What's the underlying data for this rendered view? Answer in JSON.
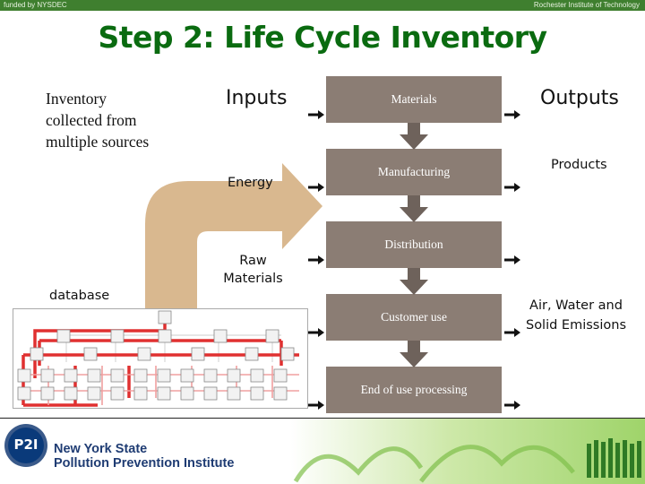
{
  "header": {
    "left_text": "funded by NYSDEC",
    "right_text": "Rochester Institute of Technology"
  },
  "title": "Step 2: Life Cycle Inventory",
  "inventory_note": {
    "line1": "Inventory",
    "line2": "collected from",
    "line3": "multiple sources"
  },
  "inputs": {
    "heading": "Inputs",
    "energy": "Energy",
    "raw_line1": "Raw",
    "raw_line2": "Materials"
  },
  "stages": [
    "Materials",
    "Manufacturing",
    "Distribution",
    "Customer use",
    "End of use processing"
  ],
  "outputs": {
    "heading": "Outputs",
    "products": "Products",
    "emissions_line1": "Air, Water and",
    "emissions_line2": "Solid Emissions"
  },
  "database_label": "database",
  "footer": {
    "logo_badge": "P2I",
    "org_line1": "New York State",
    "org_line2": "Pollution Prevention Institute"
  },
  "colors": {
    "title_green": "#0a6b10",
    "stage_box": "#8b7d74",
    "big_arrow": "#d9b88f",
    "topbar": "#3f7f2f"
  }
}
